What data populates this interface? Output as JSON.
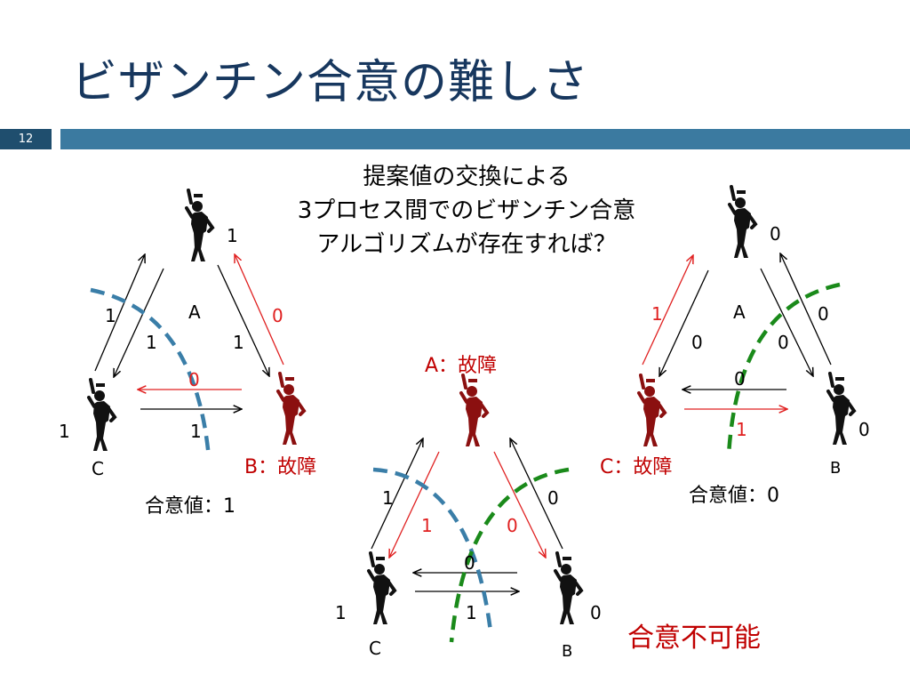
{
  "slide": {
    "title": "ビザンチン合意の難しさ",
    "page_number": "12",
    "question": [
      "提案値の交換による",
      "3プロセス間でのビザンチン合意",
      "アルゴリズムが存在すれば？"
    ],
    "impossible": "合意不可能"
  },
  "colors": {
    "title": "#17375e",
    "faulty": "#c00000",
    "red_arrow": "#e02020",
    "blue_dash": "#3a7ea8",
    "green_dash": "#1a8a1a"
  },
  "left": {
    "nodes": {
      "A": "A",
      "B": "B：故障",
      "C": "C"
    },
    "node_values": {
      "A": "1",
      "C": "1"
    },
    "edges": {
      "A_to_C": "1",
      "C_to_A": "1",
      "A_to_B": "1",
      "B_to_A": "0",
      "B_to_C": "0",
      "C_to_B": "1"
    },
    "consensus": "合意値：1"
  },
  "right": {
    "nodes": {
      "A": "A",
      "B": "B",
      "C": "C：故障"
    },
    "node_values": {
      "A": "0",
      "B": "0"
    },
    "edges": {
      "C_to_A": "1",
      "A_to_C": "0",
      "A_to_B": "0",
      "B_to_A": "0",
      "B_to_C": "0",
      "C_to_B": "1"
    },
    "consensus": "合意値：0"
  },
  "center": {
    "nodes": {
      "A": "A：故障",
      "B": "B",
      "C": "C"
    },
    "node_values": {
      "C": "1",
      "B": "0"
    },
    "edges": {
      "C_to_A": "1",
      "A_to_C": "1",
      "A_to_B": "0",
      "B_to_A": "0",
      "B_to_C": "0",
      "C_to_B": "1"
    }
  }
}
